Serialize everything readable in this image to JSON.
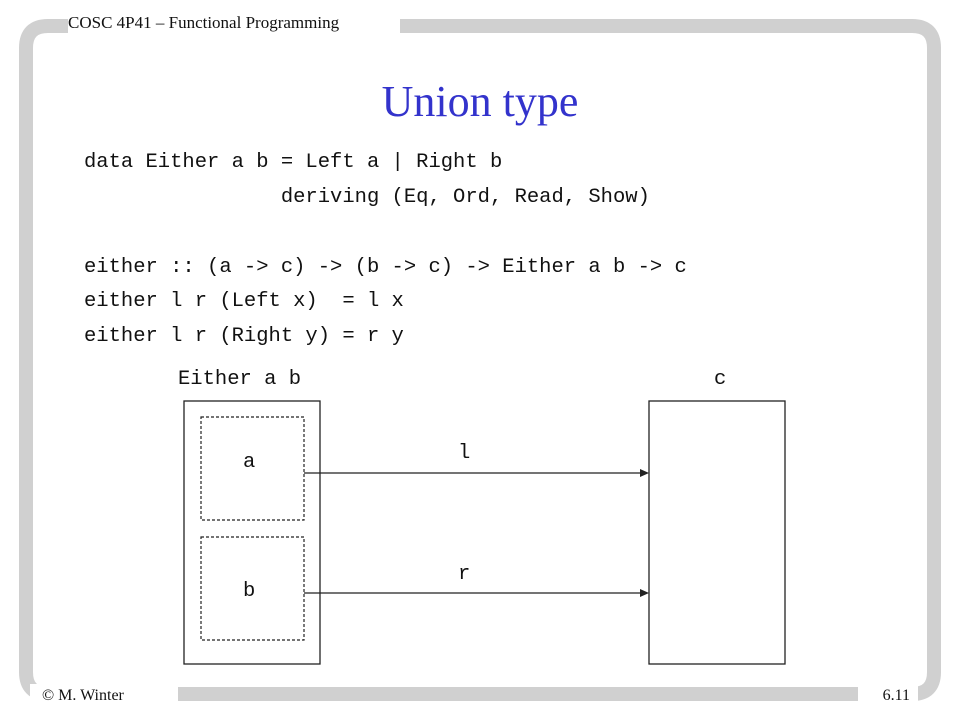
{
  "header": {
    "course": "COSC 4P41 – Functional Programming"
  },
  "slide": {
    "title": "Union type",
    "code_lines": [
      "data Either a b = Left a | Right b",
      "                deriving (Eq, Ord, Read, Show)",
      "either :: (a -> c) -> (b -> c) -> Either a b -> c",
      "either l r (Left x)  = l x",
      "either l r (Right y) = r y"
    ]
  },
  "diagram": {
    "left_label": "Either a b",
    "right_label": "c",
    "inner_a": "a",
    "inner_b": "b",
    "arrow_l": "l",
    "arrow_r": "r"
  },
  "footer": {
    "author": "© M. Winter",
    "page": "6.11"
  }
}
